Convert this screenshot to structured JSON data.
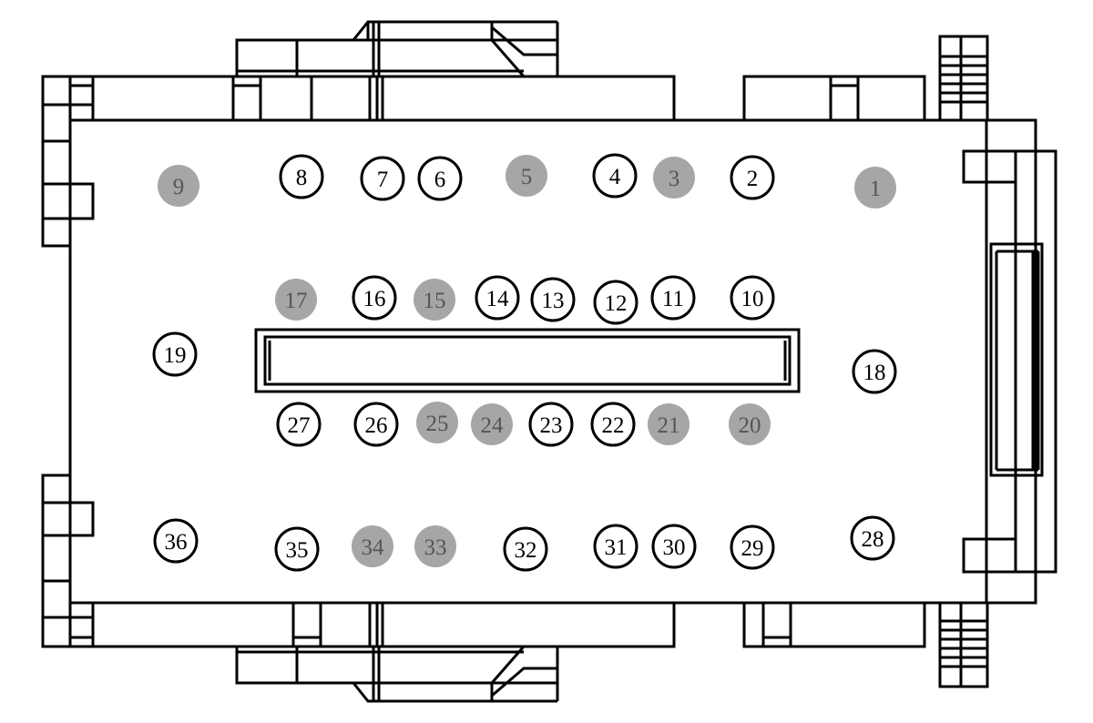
{
  "colors": {
    "outline": "#000000",
    "background": "#ffffff",
    "pin_unused_fill": "#ffffff",
    "pin_used_fill": "#a6a6a6",
    "pin_used_text": "#555555",
    "pin_unused_text": "#000000"
  },
  "pins": [
    {
      "label": "1",
      "filled": true
    },
    {
      "label": "2",
      "filled": false
    },
    {
      "label": "3",
      "filled": true
    },
    {
      "label": "4",
      "filled": false
    },
    {
      "label": "5",
      "filled": true
    },
    {
      "label": "6",
      "filled": false
    },
    {
      "label": "7",
      "filled": false
    },
    {
      "label": "8",
      "filled": false
    },
    {
      "label": "9",
      "filled": true
    },
    {
      "label": "10",
      "filled": false
    },
    {
      "label": "11",
      "filled": false
    },
    {
      "label": "12",
      "filled": false
    },
    {
      "label": "13",
      "filled": false
    },
    {
      "label": "14",
      "filled": false
    },
    {
      "label": "15",
      "filled": true
    },
    {
      "label": "16",
      "filled": false
    },
    {
      "label": "17",
      "filled": true
    },
    {
      "label": "18",
      "filled": false
    },
    {
      "label": "19",
      "filled": false
    },
    {
      "label": "20",
      "filled": true
    },
    {
      "label": "21",
      "filled": true
    },
    {
      "label": "22",
      "filled": false
    },
    {
      "label": "23",
      "filled": false
    },
    {
      "label": "24",
      "filled": true
    },
    {
      "label": "25",
      "filled": true
    },
    {
      "label": "26",
      "filled": false
    },
    {
      "label": "27",
      "filled": false
    },
    {
      "label": "28",
      "filled": false
    },
    {
      "label": "29",
      "filled": false
    },
    {
      "label": "30",
      "filled": false
    },
    {
      "label": "31",
      "filled": false
    },
    {
      "label": "32",
      "filled": false
    },
    {
      "label": "33",
      "filled": true
    },
    {
      "label": "34",
      "filled": true
    },
    {
      "label": "35",
      "filled": false
    },
    {
      "label": "36",
      "filled": false
    }
  ]
}
